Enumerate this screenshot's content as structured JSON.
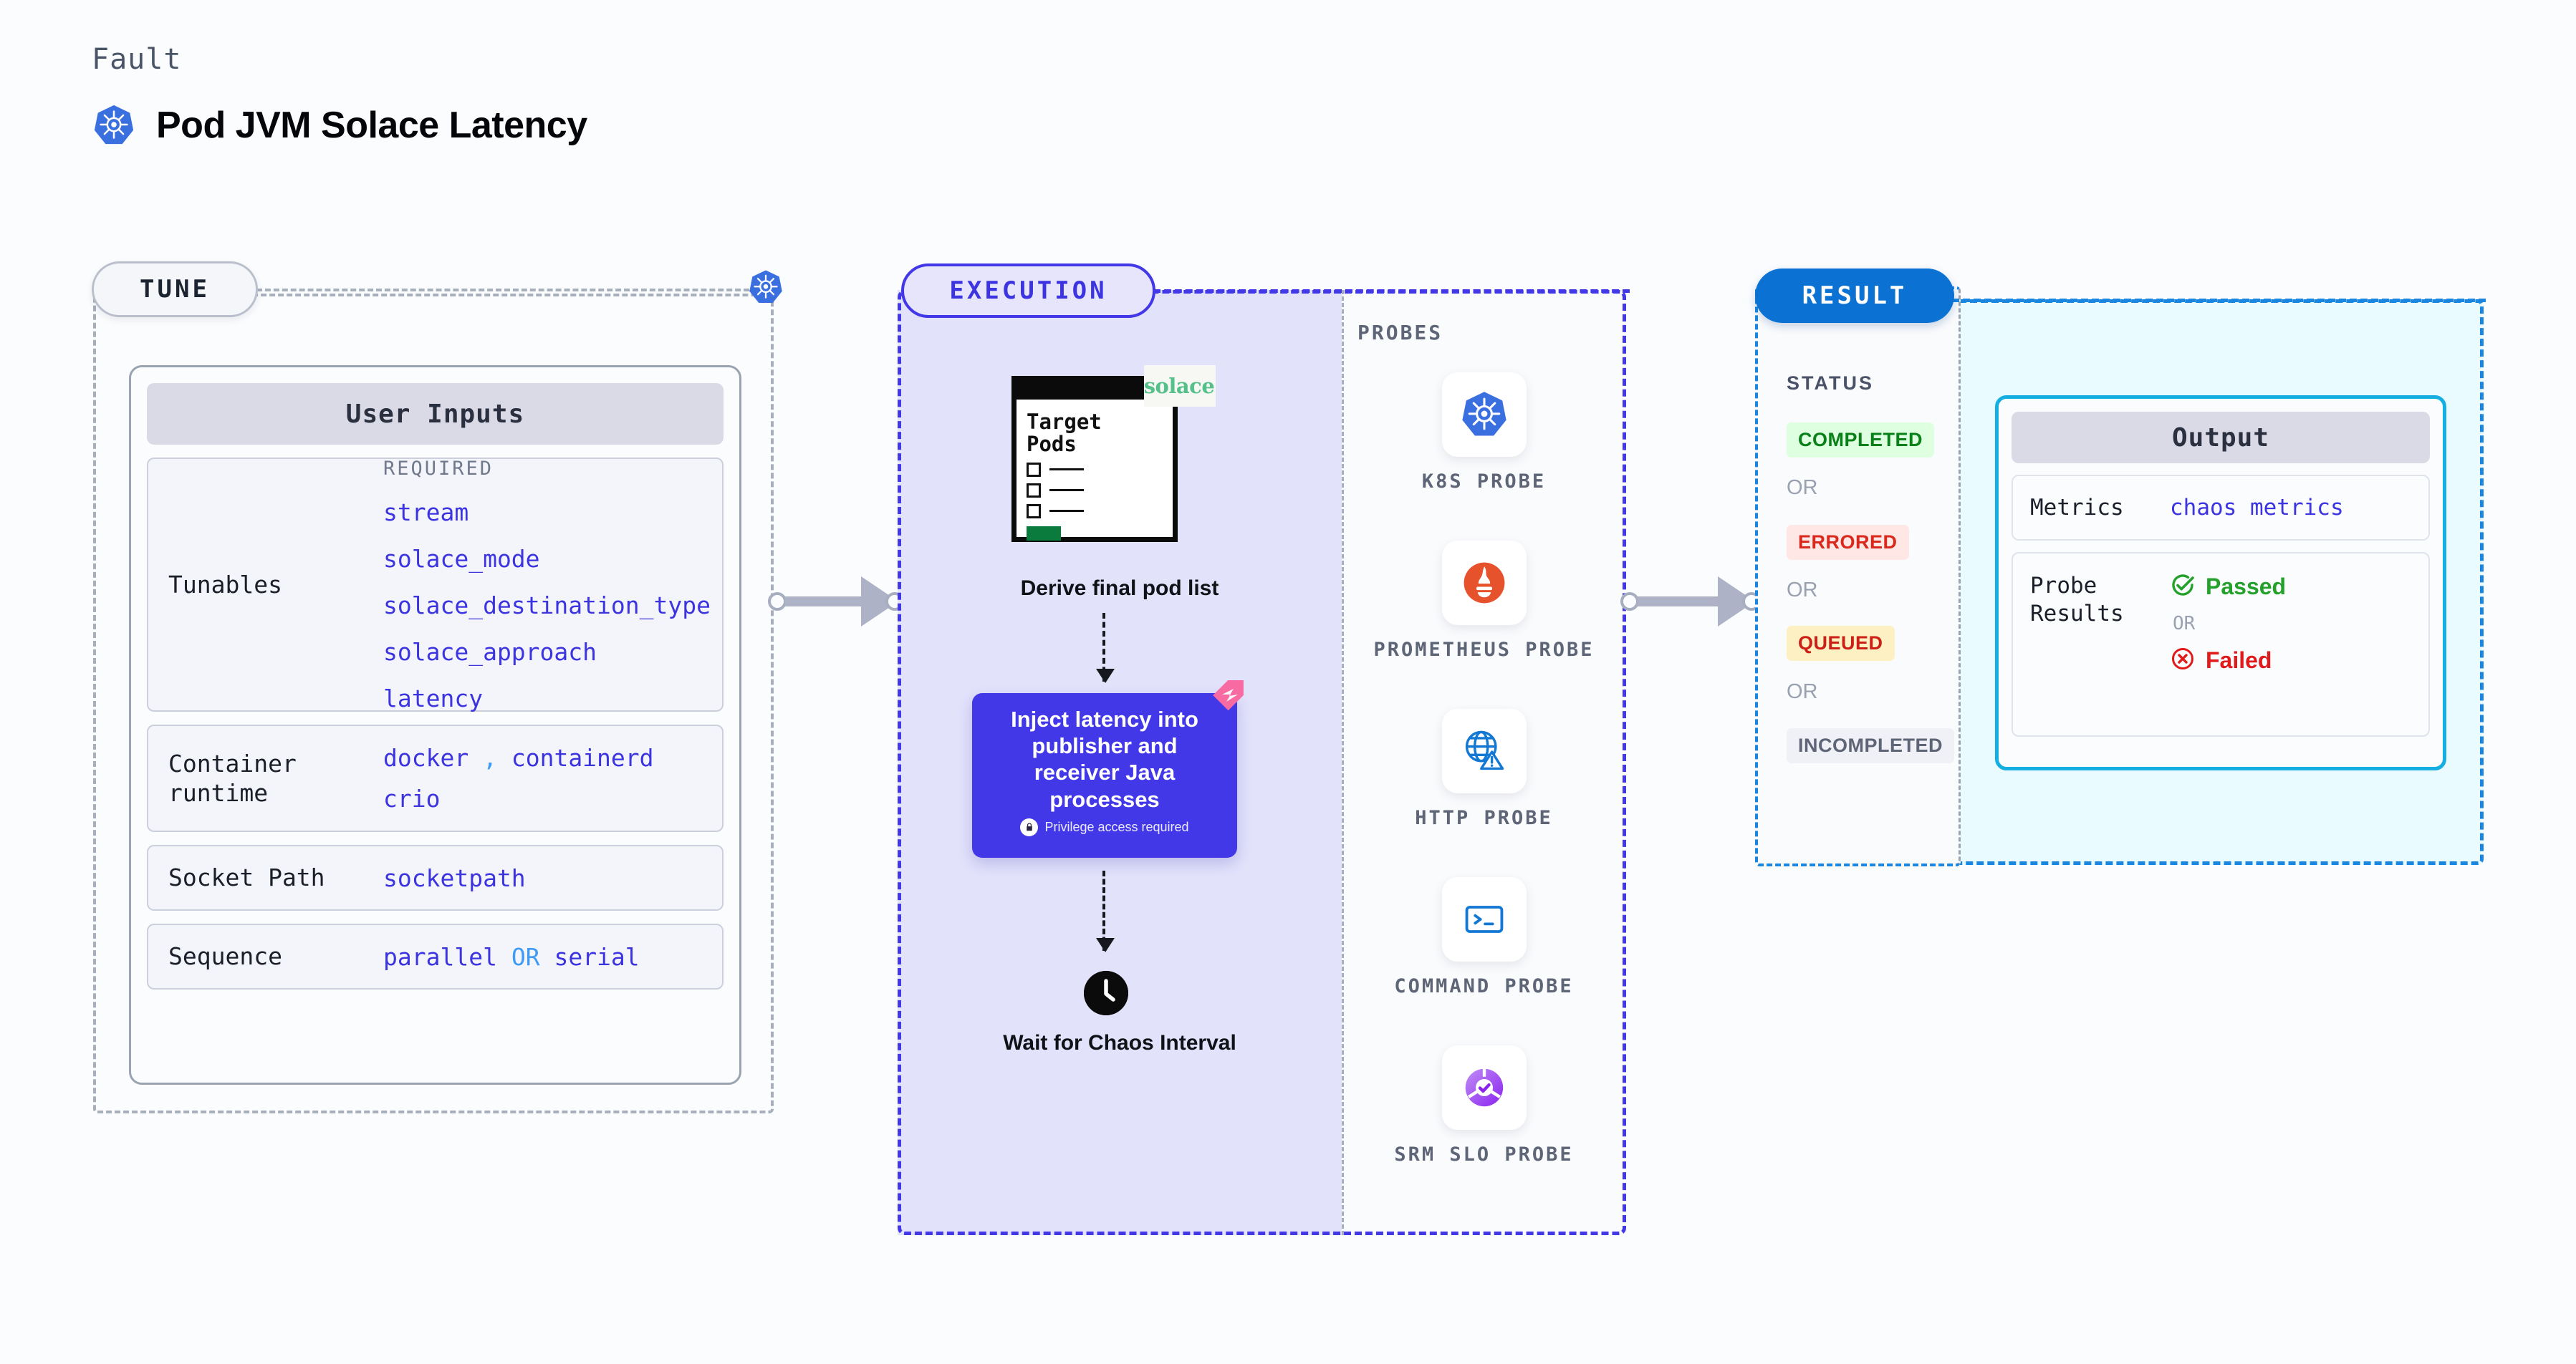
{
  "header": {
    "eyebrow": "Fault",
    "title": "Pod JVM Solace Latency",
    "icon": "kubernetes-icon"
  },
  "tune": {
    "badge": "TUNE",
    "node_icon": "kubernetes-icon",
    "card_title": "User Inputs",
    "rows": [
      {
        "label": "Tunables",
        "required_label": "REQUIRED",
        "values": [
          "stream",
          "solace_mode",
          "solace_destination_type",
          "solace_approach",
          "latency"
        ]
      },
      {
        "label": "Container runtime",
        "values": [
          "docker",
          "containerd",
          "crio"
        ],
        "separator": ","
      },
      {
        "label": "Socket Path",
        "values": [
          "socketpath"
        ]
      },
      {
        "label": "Sequence",
        "values": [
          "parallel",
          "serial"
        ],
        "separator": "OR"
      }
    ]
  },
  "execution": {
    "badge": "EXECUTION",
    "target_card": {
      "title": "Target Pods",
      "brand": "solace"
    },
    "derive_label": "Derive final pod list",
    "inject": {
      "text": "Inject latency into publisher and receiver Java processes",
      "privilege_note": "Privilege access required",
      "icon": "lock-icon",
      "ribbon_icon": "harness-ribbon-icon"
    },
    "wait": {
      "label": "Wait for Chaos Interval",
      "icon": "clock-icon"
    }
  },
  "probes": {
    "title": "PROBES",
    "items": [
      {
        "label": "K8S PROBE",
        "icon": "kubernetes-icon"
      },
      {
        "label": "PROMETHEUS PROBE",
        "icon": "prometheus-icon"
      },
      {
        "label": "HTTP PROBE",
        "icon": "http-globe-warning-icon"
      },
      {
        "label": "COMMAND PROBE",
        "icon": "terminal-icon"
      },
      {
        "label": "SRM SLO PROBE",
        "icon": "srm-slo-donut-icon"
      }
    ]
  },
  "result": {
    "badge": "RESULT",
    "status_title": "STATUS",
    "or_label": "OR",
    "statuses": [
      {
        "label": "COMPLETED",
        "bg": "#deffe0",
        "fg": "#0a8018"
      },
      {
        "label": "ERRORED",
        "bg": "#ffe7e5",
        "fg": "#d8291c"
      },
      {
        "label": "QUEUED",
        "bg": "#fdf0c3",
        "fg": "#cc2017"
      },
      {
        "label": "INCOMPLETED",
        "bg": "#eff1f6",
        "fg": "#5d6577"
      }
    ],
    "output": {
      "title": "Output",
      "metrics_label": "Metrics",
      "metrics_value": "chaos metrics",
      "probe_results_label": "Probe Results",
      "passed_label": "Passed",
      "failed_label": "Failed",
      "or_label": "OR",
      "passed_icon": "check-circle-icon",
      "failed_icon": "x-circle-icon"
    }
  },
  "colors": {
    "tune_border": "#a7afbd",
    "execution_accent": "#4338e8",
    "result_accent": "#1a86e0",
    "output_accent": "#15aee0",
    "value_blue": "#3b34e0",
    "solace_green": "#54c08a"
  }
}
